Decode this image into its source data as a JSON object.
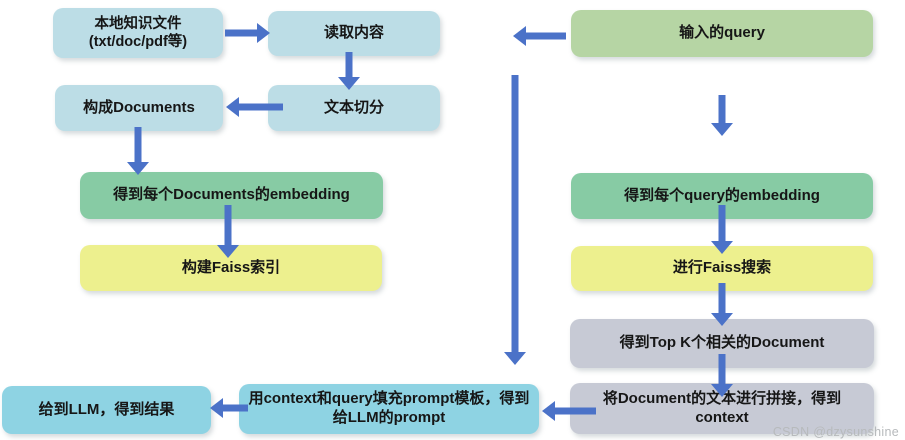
{
  "diagram": {
    "watermark": "CSDN @dzysunshine",
    "colors": {
      "light_blue": "#bcdde6",
      "cyan": "#8ed3e3",
      "green": "#87cba4",
      "light_green": "#b6d5a4",
      "yellow": "#edf08e",
      "gray": "#c7cad5",
      "arrow_blue": "#4b72c8",
      "text": "#161616",
      "background": "#ffffff"
    },
    "nodes": {
      "local_files": {
        "line1": "本地知识文件",
        "line2": "(txt/doc/pdf等)"
      },
      "read_content": {
        "label": "读取内容"
      },
      "text_split": {
        "label": "文本切分"
      },
      "form_documents": {
        "label": "构成Documents"
      },
      "doc_embedding": {
        "label": "得到每个Documents的embedding"
      },
      "build_faiss_index": {
        "label": "构建Faiss索引"
      },
      "input_query": {
        "label": "输入的query"
      },
      "query_embedding": {
        "label": "得到每个query的embedding"
      },
      "faiss_search": {
        "label": "进行Faiss搜索"
      },
      "topk_documents": {
        "label": "得到Top K个相关的Document"
      },
      "concat_context": {
        "line1": "将Document的文本进行拼接，得到",
        "line2": "context"
      },
      "fill_prompt": {
        "line1": "用context和query填充prompt模板，得到",
        "line2": "给LLM的prompt"
      },
      "give_llm": {
        "label": "给到LLM，得到结果"
      }
    }
  }
}
